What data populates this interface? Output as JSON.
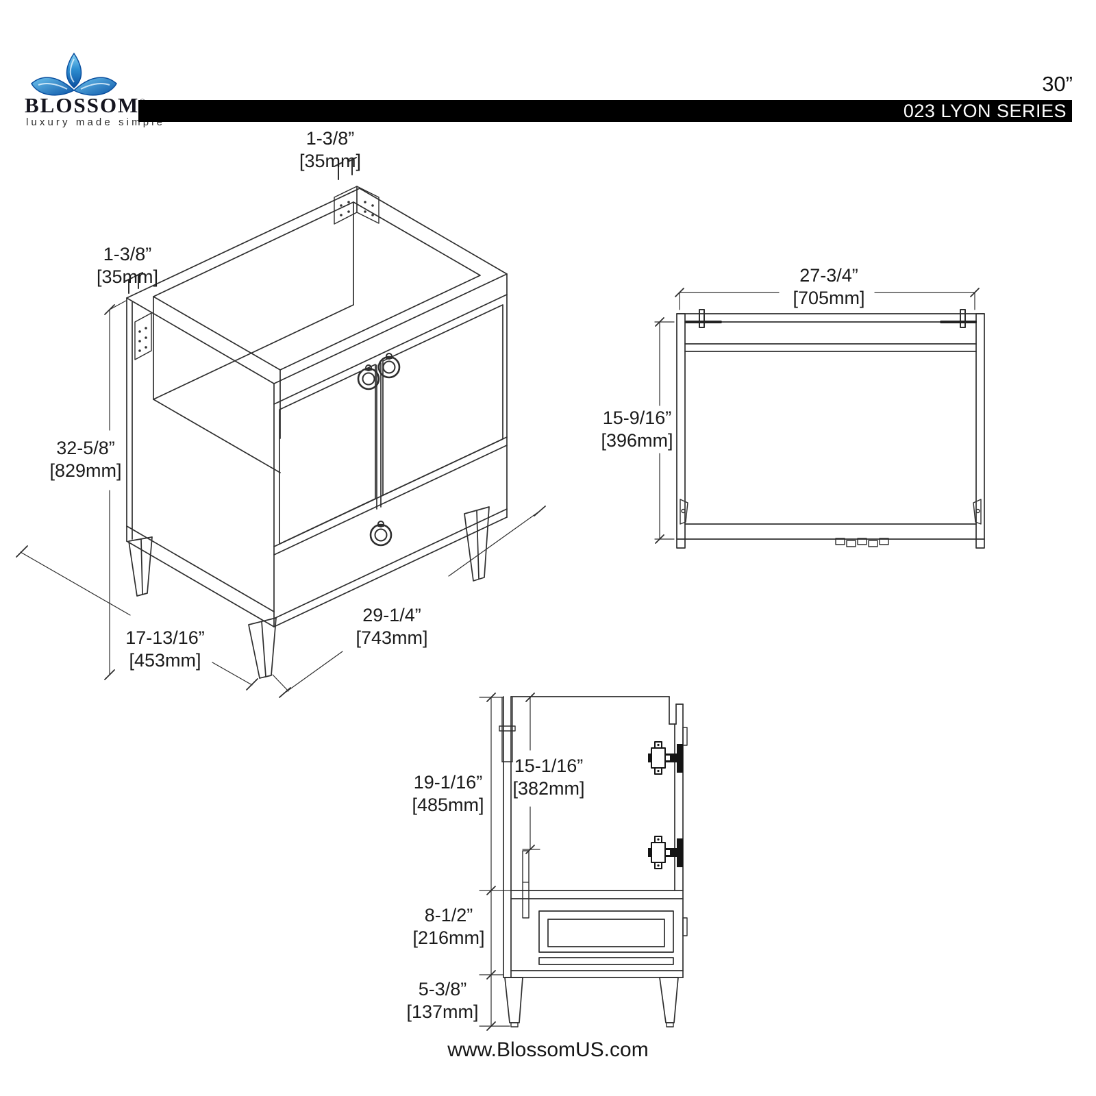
{
  "header": {
    "brand_name": "BLOSSOM",
    "registered_mark": "®",
    "tagline": "luxury made simple",
    "size_label": "30”",
    "series_label": "023 LYON SERIES"
  },
  "colors": {
    "banner": "#000000",
    "line": "#2e2e2e",
    "logo_blue_light": "#7fd0f2",
    "logo_blue_dark": "#0a4f9f"
  },
  "views": {
    "isometric_view": "cabinet isometric view",
    "top_view": "cabinet top view",
    "side_view": "cabinet side view"
  },
  "dimensions": {
    "bracket_top": {
      "in": "1-3/8”",
      "mm": "[35mm]"
    },
    "bracket_left": {
      "in": "1-3/8”",
      "mm": "[35mm]"
    },
    "height": {
      "in": "32-5/8”",
      "mm": "[829mm]"
    },
    "depth": {
      "in": "17-13/16”",
      "mm": "[453mm]"
    },
    "width": {
      "in": "29-1/4”",
      "mm": "[743mm]"
    },
    "top_view_width": {
      "in": "27-3/4”",
      "mm": "[705mm]"
    },
    "top_view_depth": {
      "in": "15-9/16”",
      "mm": "[396mm]"
    },
    "side_door_height": {
      "in": "19-1/16”",
      "mm": "[485mm]"
    },
    "side_inner_height": {
      "in": "15-1/16”",
      "mm": "[382mm]"
    },
    "side_drawer_height": {
      "in": "8-1/2”",
      "mm": "[216mm]"
    },
    "side_leg_height": {
      "in": "5-3/8”",
      "mm": "[137mm]"
    }
  },
  "footer": {
    "website": "www.BlossomUS.com"
  }
}
